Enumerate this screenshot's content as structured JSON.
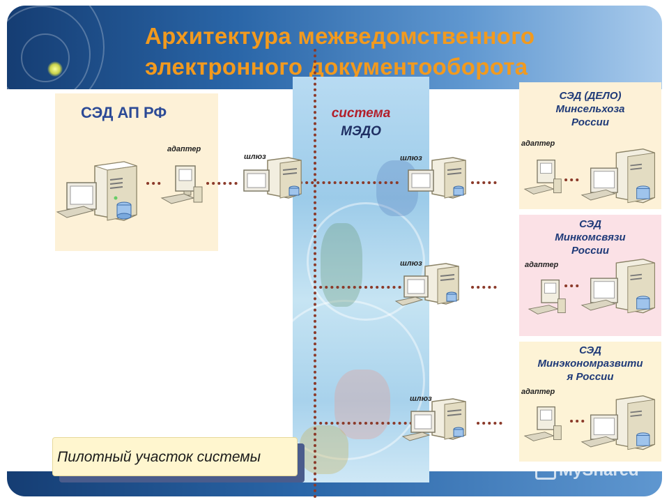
{
  "title": {
    "line1": "Архитектура межведомственного",
    "line2": "электронного  документооборота"
  },
  "medo": {
    "line1": "система",
    "line2": "МЭДО"
  },
  "left_org": {
    "name": "СЭД АП РФ",
    "adapter_label": "адаптер",
    "gateway_label": "шлюз"
  },
  "right_orgs": [
    {
      "line1": "СЭД (ДЕЛО)",
      "line2": "Минсельхоза",
      "line3": "России",
      "adapter_label": "адаптер",
      "gateway_label": "шлюз"
    },
    {
      "line1": "СЭД",
      "line2": "Минкомсвязи",
      "line3": "России",
      "adapter_label": "адаптер",
      "gateway_label": "шлюз"
    },
    {
      "line1": "СЭД",
      "line2": "Минэкономразвити",
      "line3": "я России",
      "adapter_label": "адаптер",
      "gateway_label": "шлюз"
    }
  ],
  "pilot_label": "Пилотный участок системы",
  "watermark": "MyShared",
  "colors": {
    "title": "#f29a1e",
    "connector": "#8b3a2a",
    "medo_red": "#b21f2a",
    "box_peach": "#fdf1d7",
    "box_pink": "#fbe1e6"
  },
  "icons": [
    "server-workstation-icon",
    "adapter-workstation-icon",
    "gateway-server-icon",
    "myshared-logo-icon"
  ]
}
